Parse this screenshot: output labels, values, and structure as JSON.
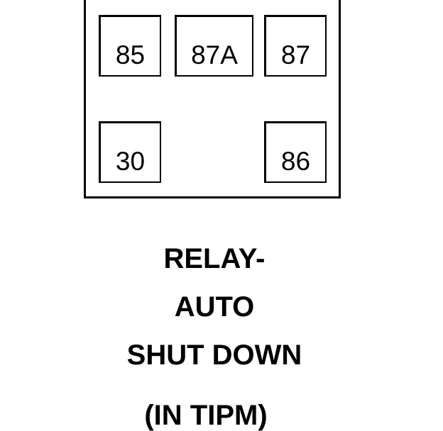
{
  "relay": {
    "terminals": {
      "t85": "85",
      "t87a": "87A",
      "t87": "87",
      "t30": "30",
      "t86": "86"
    }
  },
  "caption": {
    "line1": "RELAY-",
    "line2": "AUTO",
    "line3": "SHUT DOWN",
    "line4": "(IN TIPM)"
  }
}
